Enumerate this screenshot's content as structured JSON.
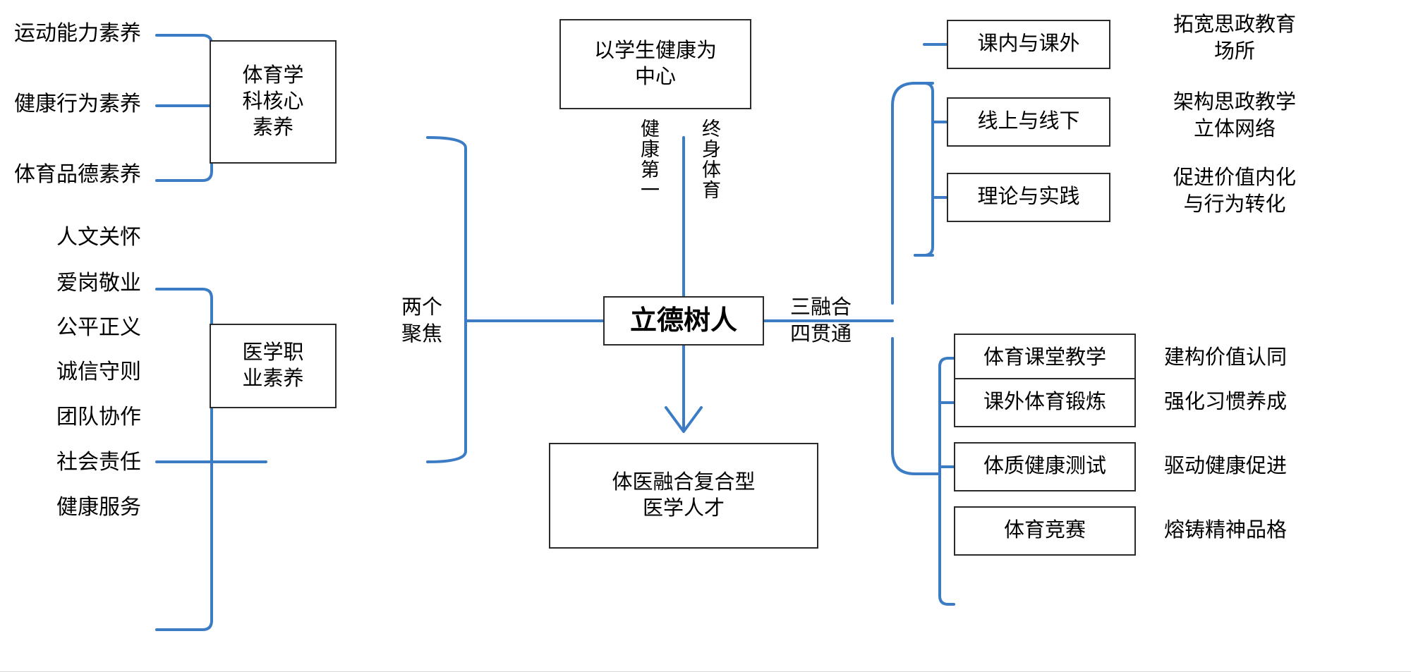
{
  "meta": {
    "title": "立德树人 体医融合 课程思政 框架图",
    "line_color": "#3b7cc4",
    "box_border_color": "#2b2b2b",
    "text_color": "#000000",
    "background": "#ffffff"
  },
  "left": {
    "group_sports": {
      "box_label": "体育学\n科核心\n素养",
      "items": [
        {
          "label": "运动能力素养"
        },
        {
          "label": "健康行为素养"
        },
        {
          "label": "体育品德素养"
        }
      ]
    },
    "group_medical": {
      "box_label": "医学职\n业素养",
      "items": [
        {
          "label": "人文关怀"
        },
        {
          "label": "爱岗敬业"
        },
        {
          "label": "公平正义"
        },
        {
          "label": "诚信守则"
        },
        {
          "label": "团队协作"
        },
        {
          "label": "社会责任"
        },
        {
          "label": "健康服务"
        }
      ]
    }
  },
  "center": {
    "top_box": "以学生健康为\n中心",
    "vertical_left": "健康第一",
    "vertical_right": "终身体育",
    "connector_left_label": "两个\n聚焦",
    "core_box": "立德树人",
    "connector_right_label": "三融合\n四贯通",
    "bottom_box": "体医融合复合型\n医学人才"
  },
  "right": {
    "group_fusion": {
      "rows": [
        {
          "box": "课内与课外",
          "outcome": "拓宽思政教育\n场所"
        },
        {
          "box": "线上与线下",
          "outcome": "架构思政教学\n立体网络"
        },
        {
          "box": "理论与实践",
          "outcome": "促进价值内化\n与行为转化"
        }
      ]
    },
    "group_through": {
      "rows": [
        {
          "box": "体育课堂教学",
          "outcome": "建构价值认同"
        },
        {
          "box": "课外体育锻炼",
          "outcome": "强化习惯养成"
        },
        {
          "box": "体质健康测试",
          "outcome": "驱动健康促进"
        },
        {
          "box": "体育竞赛",
          "outcome": "熔铸精神品格"
        }
      ]
    }
  }
}
